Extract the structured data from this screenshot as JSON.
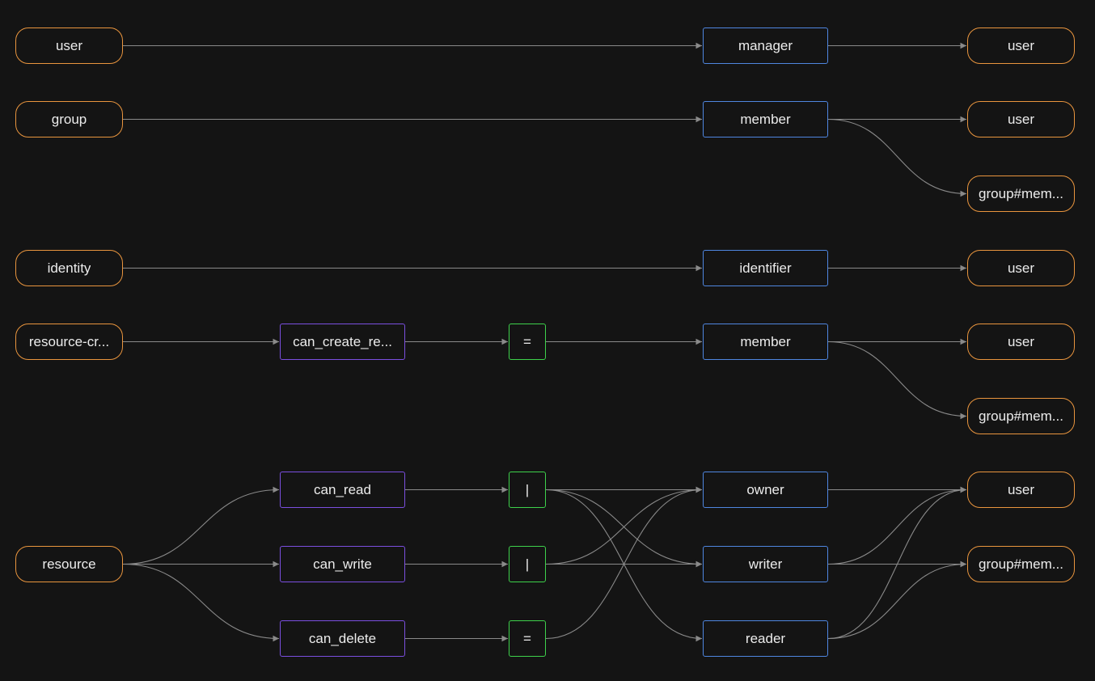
{
  "colors": {
    "background": "#141414",
    "type_border": "#e9953e",
    "relation_border": "#4f86e0",
    "permission_border": "#7b4fe0",
    "operator_border": "#3ed14b",
    "edge": "#8a8a8a",
    "text": "#ececec"
  },
  "nodes": [
    {
      "id": "n_user_type",
      "label": "user",
      "kind": "type"
    },
    {
      "id": "n_manager",
      "label": "manager",
      "kind": "relation"
    },
    {
      "id": "n_manager_user",
      "label": "user",
      "kind": "type"
    },
    {
      "id": "n_group_type",
      "label": "group",
      "kind": "type"
    },
    {
      "id": "n_group_member",
      "label": "member",
      "kind": "relation"
    },
    {
      "id": "n_group_member_user",
      "label": "user",
      "kind": "type"
    },
    {
      "id": "n_group_member_gm",
      "label": "group#mem...",
      "kind": "type"
    },
    {
      "id": "n_identity_type",
      "label": "identity",
      "kind": "type"
    },
    {
      "id": "n_identifier",
      "label": "identifier",
      "kind": "relation"
    },
    {
      "id": "n_identifier_user",
      "label": "user",
      "kind": "type"
    },
    {
      "id": "n_rc_type",
      "label": "resource-cr...",
      "kind": "type"
    },
    {
      "id": "n_can_create",
      "label": "can_create_re...",
      "kind": "permission"
    },
    {
      "id": "n_op_eq1",
      "label": "=",
      "kind": "operator"
    },
    {
      "id": "n_rc_member",
      "label": "member",
      "kind": "relation"
    },
    {
      "id": "n_rc_member_user",
      "label": "user",
      "kind": "type"
    },
    {
      "id": "n_rc_member_gm",
      "label": "group#mem...",
      "kind": "type"
    },
    {
      "id": "n_resource_type",
      "label": "resource",
      "kind": "type"
    },
    {
      "id": "n_can_read",
      "label": "can_read",
      "kind": "permission"
    },
    {
      "id": "n_can_write",
      "label": "can_write",
      "kind": "permission"
    },
    {
      "id": "n_can_delete",
      "label": "can_delete",
      "kind": "permission"
    },
    {
      "id": "n_op_or1",
      "label": "|",
      "kind": "operator"
    },
    {
      "id": "n_op_or2",
      "label": "|",
      "kind": "operator"
    },
    {
      "id": "n_op_eq2",
      "label": "=",
      "kind": "operator"
    },
    {
      "id": "n_owner",
      "label": "owner",
      "kind": "relation"
    },
    {
      "id": "n_writer",
      "label": "writer",
      "kind": "relation"
    },
    {
      "id": "n_reader",
      "label": "reader",
      "kind": "relation"
    },
    {
      "id": "n_res_user",
      "label": "user",
      "kind": "type"
    },
    {
      "id": "n_res_gm",
      "label": "group#mem...",
      "kind": "type"
    }
  ],
  "edges": [
    [
      "n_user_type",
      "n_manager"
    ],
    [
      "n_manager",
      "n_manager_user"
    ],
    [
      "n_group_type",
      "n_group_member"
    ],
    [
      "n_group_member",
      "n_group_member_user"
    ],
    [
      "n_group_member",
      "n_group_member_gm"
    ],
    [
      "n_identity_type",
      "n_identifier"
    ],
    [
      "n_identifier",
      "n_identifier_user"
    ],
    [
      "n_rc_type",
      "n_can_create"
    ],
    [
      "n_can_create",
      "n_op_eq1"
    ],
    [
      "n_op_eq1",
      "n_rc_member"
    ],
    [
      "n_rc_member",
      "n_rc_member_user"
    ],
    [
      "n_rc_member",
      "n_rc_member_gm"
    ],
    [
      "n_resource_type",
      "n_can_read"
    ],
    [
      "n_resource_type",
      "n_can_write"
    ],
    [
      "n_resource_type",
      "n_can_delete"
    ],
    [
      "n_can_read",
      "n_op_or1"
    ],
    [
      "n_can_write",
      "n_op_or2"
    ],
    [
      "n_can_delete",
      "n_op_eq2"
    ],
    [
      "n_op_or1",
      "n_owner"
    ],
    [
      "n_op_or1",
      "n_writer"
    ],
    [
      "n_op_or1",
      "n_reader"
    ],
    [
      "n_op_or2",
      "n_owner"
    ],
    [
      "n_op_or2",
      "n_writer"
    ],
    [
      "n_op_eq2",
      "n_owner"
    ],
    [
      "n_owner",
      "n_res_user"
    ],
    [
      "n_writer",
      "n_res_user"
    ],
    [
      "n_writer",
      "n_res_gm"
    ],
    [
      "n_reader",
      "n_res_user"
    ],
    [
      "n_reader",
      "n_res_gm"
    ]
  ]
}
